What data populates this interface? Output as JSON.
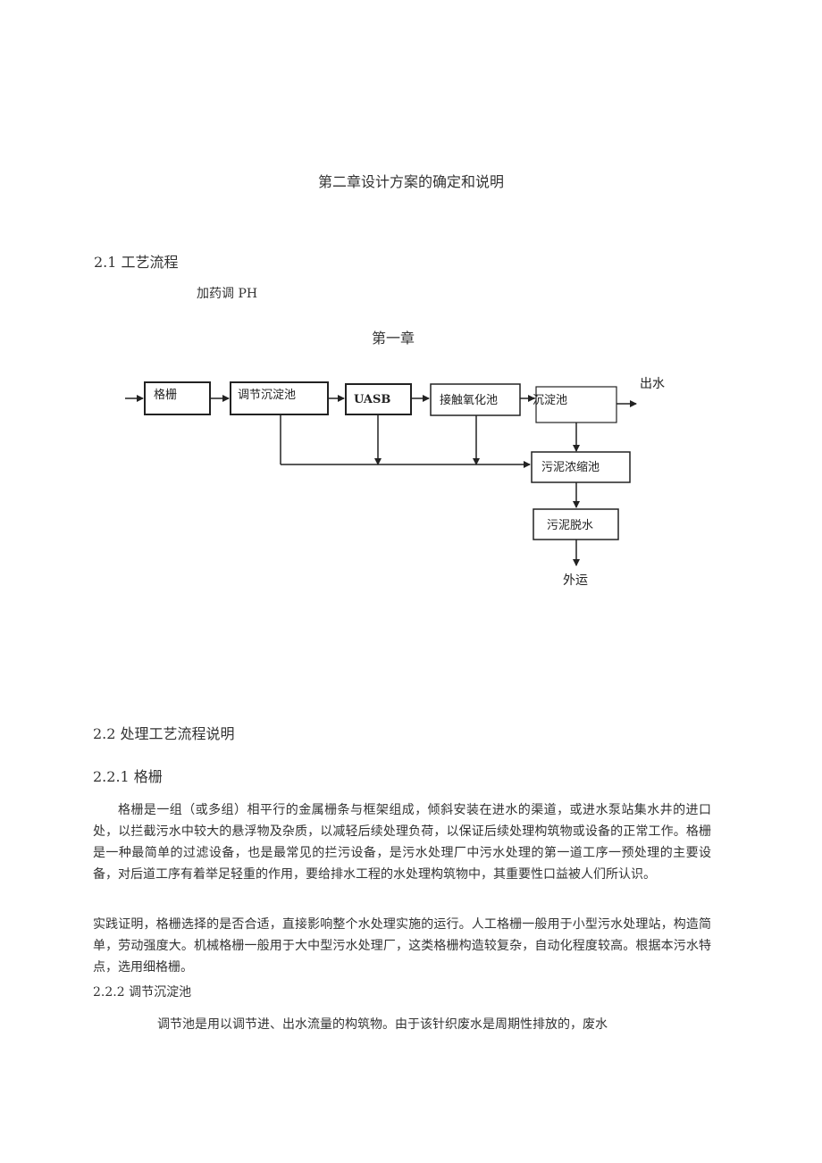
{
  "chapter_title": "第二章设计方案的确定和说明",
  "section_2_1": "2.1 工艺流程",
  "dosing_label": "加药调 PH",
  "diagram": {
    "caption": "第一章",
    "boxes": {
      "grille": "格栅",
      "regulating": "调节沉淀池",
      "uasb": "UASB",
      "contact": "接触氧化池",
      "settling": "沉淀池",
      "thickener": "污泥浓缩池",
      "dewater": "污泥脱水"
    },
    "outlet": "出水",
    "transport": "外运"
  },
  "section_2_2": "2.2 处理工艺流程说明",
  "section_2_2_1": "2.2.1 格栅",
  "paragraph_1": "格栅是一组（或多组）相平行的金属栅条与框架组成，倾斜安装在进水的渠道，或进水泵站集水井的进口处，以拦截污水中较大的悬浮物及杂质，以减轻后续处理负荷，以保证后续处理构筑物或设备的正常工作。格栅是一种最简单的过滤设备，也是最常见的拦污设备，是污水处理厂中污水处理的第一道工序一预处理的主要设备，对后道工序有着举足轻重的作用，要给排水工程的水处理构筑物中，其重要性口益被人们所认识。",
  "paragraph_2": "实践证明，格栅选择的是否合适，直接影响整个水处理实施的运行。人工格栅一般用于小型污水处理站，构造简单，劳动强度大。机械格栅一般用于大中型污水处理厂，这类格栅构造较复杂，自动化程度较高。根据本污水特点，选用细格栅。",
  "section_2_2_2": "2.2.2 调节沉淀池",
  "paragraph_3": "调节池是用以调节进、出水流量的构筑物。由于该针织废水是周期性排放的，废水"
}
